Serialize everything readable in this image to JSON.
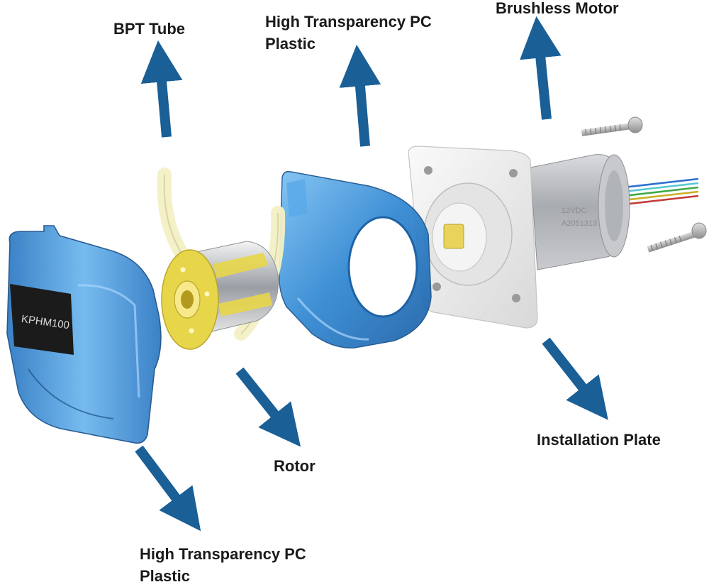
{
  "labels": {
    "bpt_tube": "BPT Tube",
    "pc_plastic_top": [
      "High Transparency PC",
      "Plastic"
    ],
    "brushless_motor": "Brushless Motor",
    "installation_plate": "Installation Plate",
    "rotor": "Rotor",
    "pc_plastic_bottom": [
      "High Transparency PC",
      "Plastic"
    ]
  },
  "product_markings": {
    "cover_model": "KPHM100",
    "motor_voltage": "12VDC",
    "motor_serial": "A2051313"
  },
  "colors": {
    "arrow": "#1a5f96",
    "pc_plastic": "#3b8fd9",
    "rotor": "#e8d64a",
    "plate": "#eeeeee",
    "motor": "#b5b8bc",
    "label_text": "#1a1a1a"
  }
}
